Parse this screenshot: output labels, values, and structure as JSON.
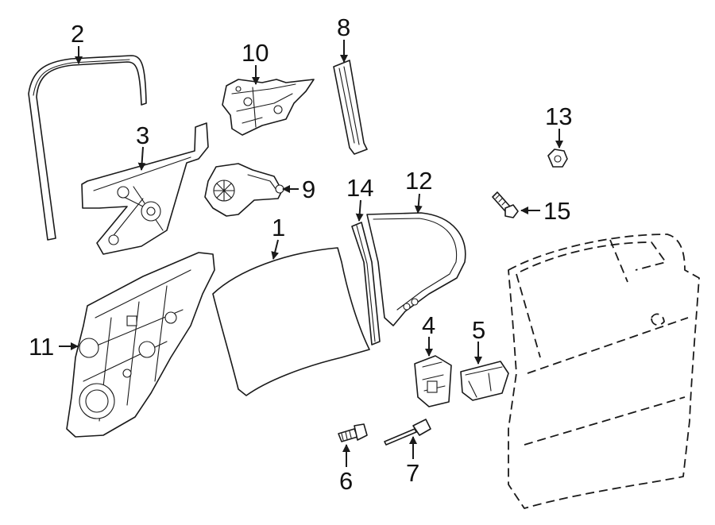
{
  "callouts": {
    "c1": "1",
    "c2": "2",
    "c3": "3",
    "c4": "4",
    "c5": "5",
    "c6": "6",
    "c7": "7",
    "c8": "8",
    "c9": "9",
    "c10": "10",
    "c11": "11",
    "c12": "12",
    "c13": "13",
    "c14": "14",
    "c15": "15"
  },
  "colors": {
    "line": "#1a1a1a",
    "background": "#ffffff",
    "text": "#111111"
  }
}
